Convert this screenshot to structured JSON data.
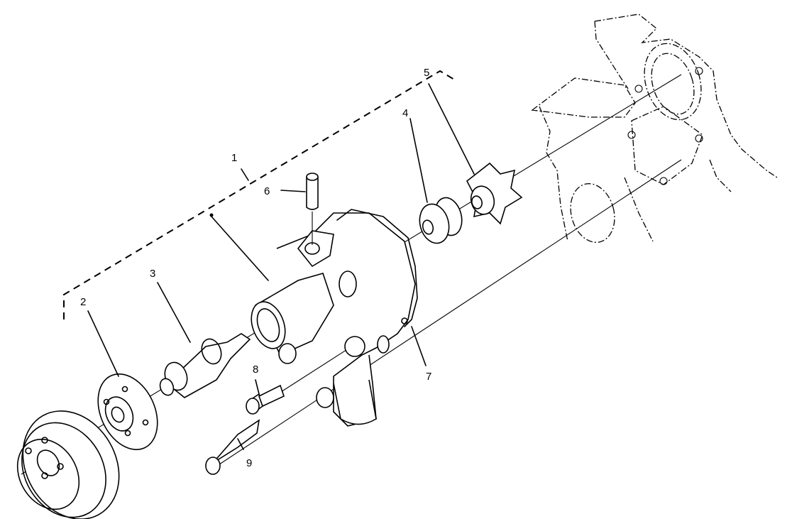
{
  "diagram": {
    "type": "exploded-view parts diagram",
    "subject": "Engine water pump assembly",
    "callouts": [
      {
        "id": "1",
        "label": "1",
        "part": "water pump assembly (bracketed group)"
      },
      {
        "id": "2",
        "label": "2",
        "part": "pulley hub / flange"
      },
      {
        "id": "3",
        "label": "3",
        "part": "bearing shaft"
      },
      {
        "id": "4",
        "label": "4",
        "part": "mechanical seal"
      },
      {
        "id": "5",
        "label": "5",
        "part": "impeller"
      },
      {
        "id": "6",
        "label": "6",
        "part": "pin / dowel"
      },
      {
        "id": "7",
        "label": "7",
        "part": "gasket"
      },
      {
        "id": "8",
        "label": "8",
        "part": "short bolt"
      },
      {
        "id": "9",
        "label": "9",
        "part": "long bolt"
      }
    ],
    "other_parts": [
      "fan pulley",
      "pump body",
      "cylinder block (phantom lines)"
    ]
  }
}
